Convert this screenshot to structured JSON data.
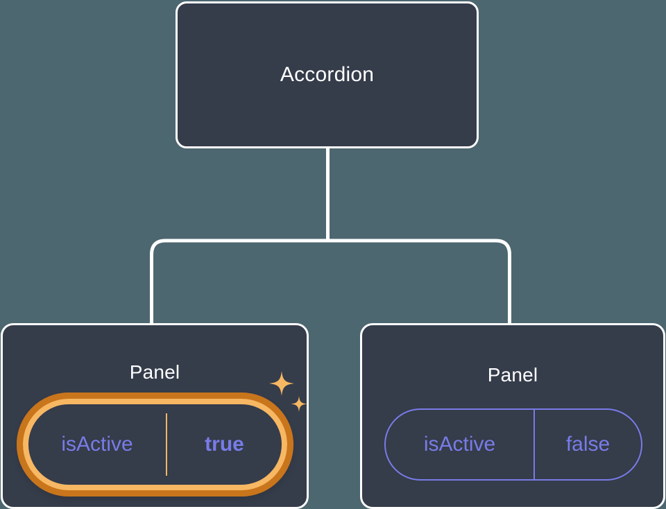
{
  "diagram": {
    "type": "component-tree",
    "background_color": "#4d6770",
    "node_fill_color": "#353c4a",
    "node_border_color": "#ffffff",
    "connector_color": "#ffffff",
    "highlight_color": "#f7b763",
    "highlight_outer_color": "#c8751c",
    "prop_text_color": "#787ce8",
    "root": {
      "label": "Accordion"
    },
    "children": [
      {
        "label": "Panel",
        "prop": {
          "key": "isActive",
          "value": "true",
          "highlighted": true,
          "emphasized": true
        },
        "sparkle_icons": [
          "sparkle-large-icon",
          "sparkle-small-icon"
        ]
      },
      {
        "label": "Panel",
        "prop": {
          "key": "isActive",
          "value": "false",
          "highlighted": false,
          "emphasized": false
        },
        "sparkle_icons": []
      }
    ]
  }
}
